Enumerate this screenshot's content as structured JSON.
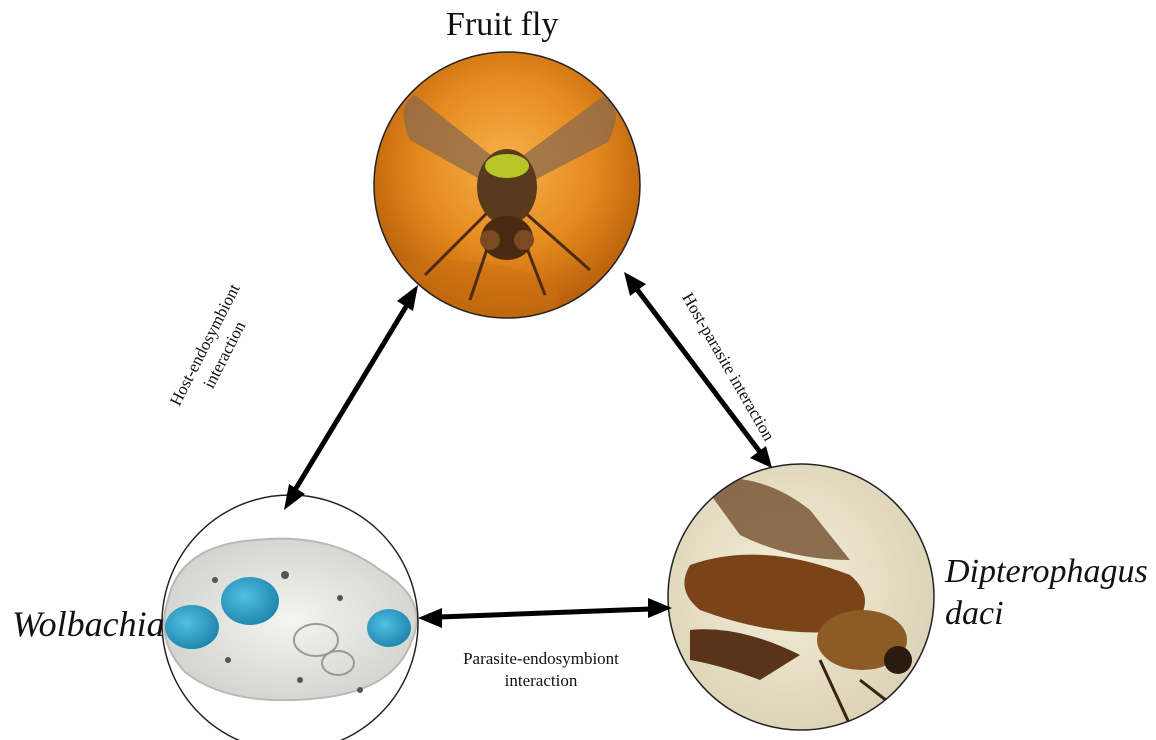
{
  "nodes": {
    "fruit_fly": "Fruit fly",
    "wolbachia": "Wolbachia",
    "dipterophagus_line1": "Dipterophagus",
    "dipterophagus_line2": "daci"
  },
  "edges": {
    "host_endosymbiont_line1": "Host-endosymbiont",
    "host_endosymbiont_line2": "interaction",
    "host_parasite": "Host-parasite interaction",
    "parasite_endosymbiont_line1": "Parasite-endosymbiont",
    "parasite_endosymbiont_line2": "interaction"
  },
  "colors": {
    "arrow": "#000000",
    "fly_background": "#e8891f",
    "wolbachia_cell": "#2e9fc4",
    "dipterophagus_background": "#efe8d0"
  }
}
